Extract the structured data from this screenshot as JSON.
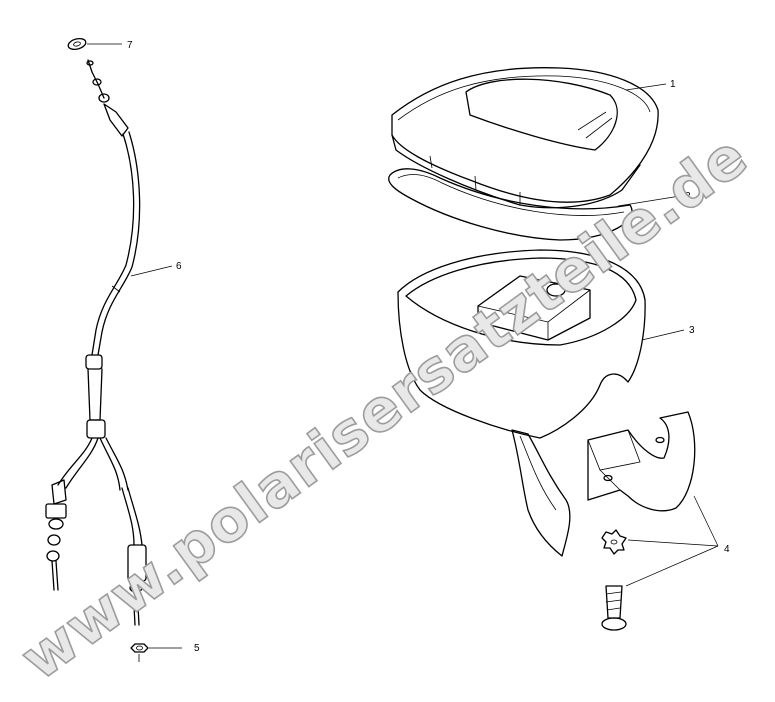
{
  "watermark": "www.polarisersatzteile.de",
  "callouts": [
    {
      "id": "1",
      "label": "1"
    },
    {
      "id": "2",
      "label": "2"
    },
    {
      "id": "3",
      "label": "3"
    },
    {
      "id": "4",
      "label": "4"
    },
    {
      "id": "5",
      "label": "5"
    },
    {
      "id": "6",
      "label": "6"
    },
    {
      "id": "7",
      "label": "7"
    }
  ]
}
